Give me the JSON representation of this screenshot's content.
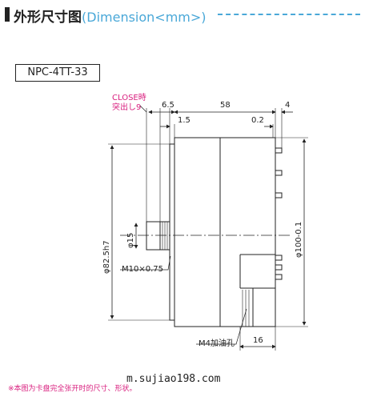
{
  "header": {
    "title": "外形尺寸图",
    "subtitle": "(Dimension<mm>)"
  },
  "model": "NPC-4TT-33",
  "close_note": {
    "line1": "CLOSE時",
    "line2": "突出し9"
  },
  "dimensions": {
    "d_6_5": "6.5",
    "d_58": "58",
    "d_4": "4",
    "d_1_5": "1.5",
    "d_0_2": "0.2",
    "phi_82_5": "φ82.5h7",
    "phi_15": "φ15",
    "phi_100": "φ100-0.1",
    "thread": "M10×0.75",
    "m4_hole": "M4加油孔",
    "d_16": "16"
  },
  "footnote": "※本图为卡盘完全张开时的尺寸、形状。",
  "watermark": "m.sujiao198.com",
  "colors": {
    "accent": "#4aa8d8",
    "note": "#d9207f",
    "line": "#222222"
  }
}
